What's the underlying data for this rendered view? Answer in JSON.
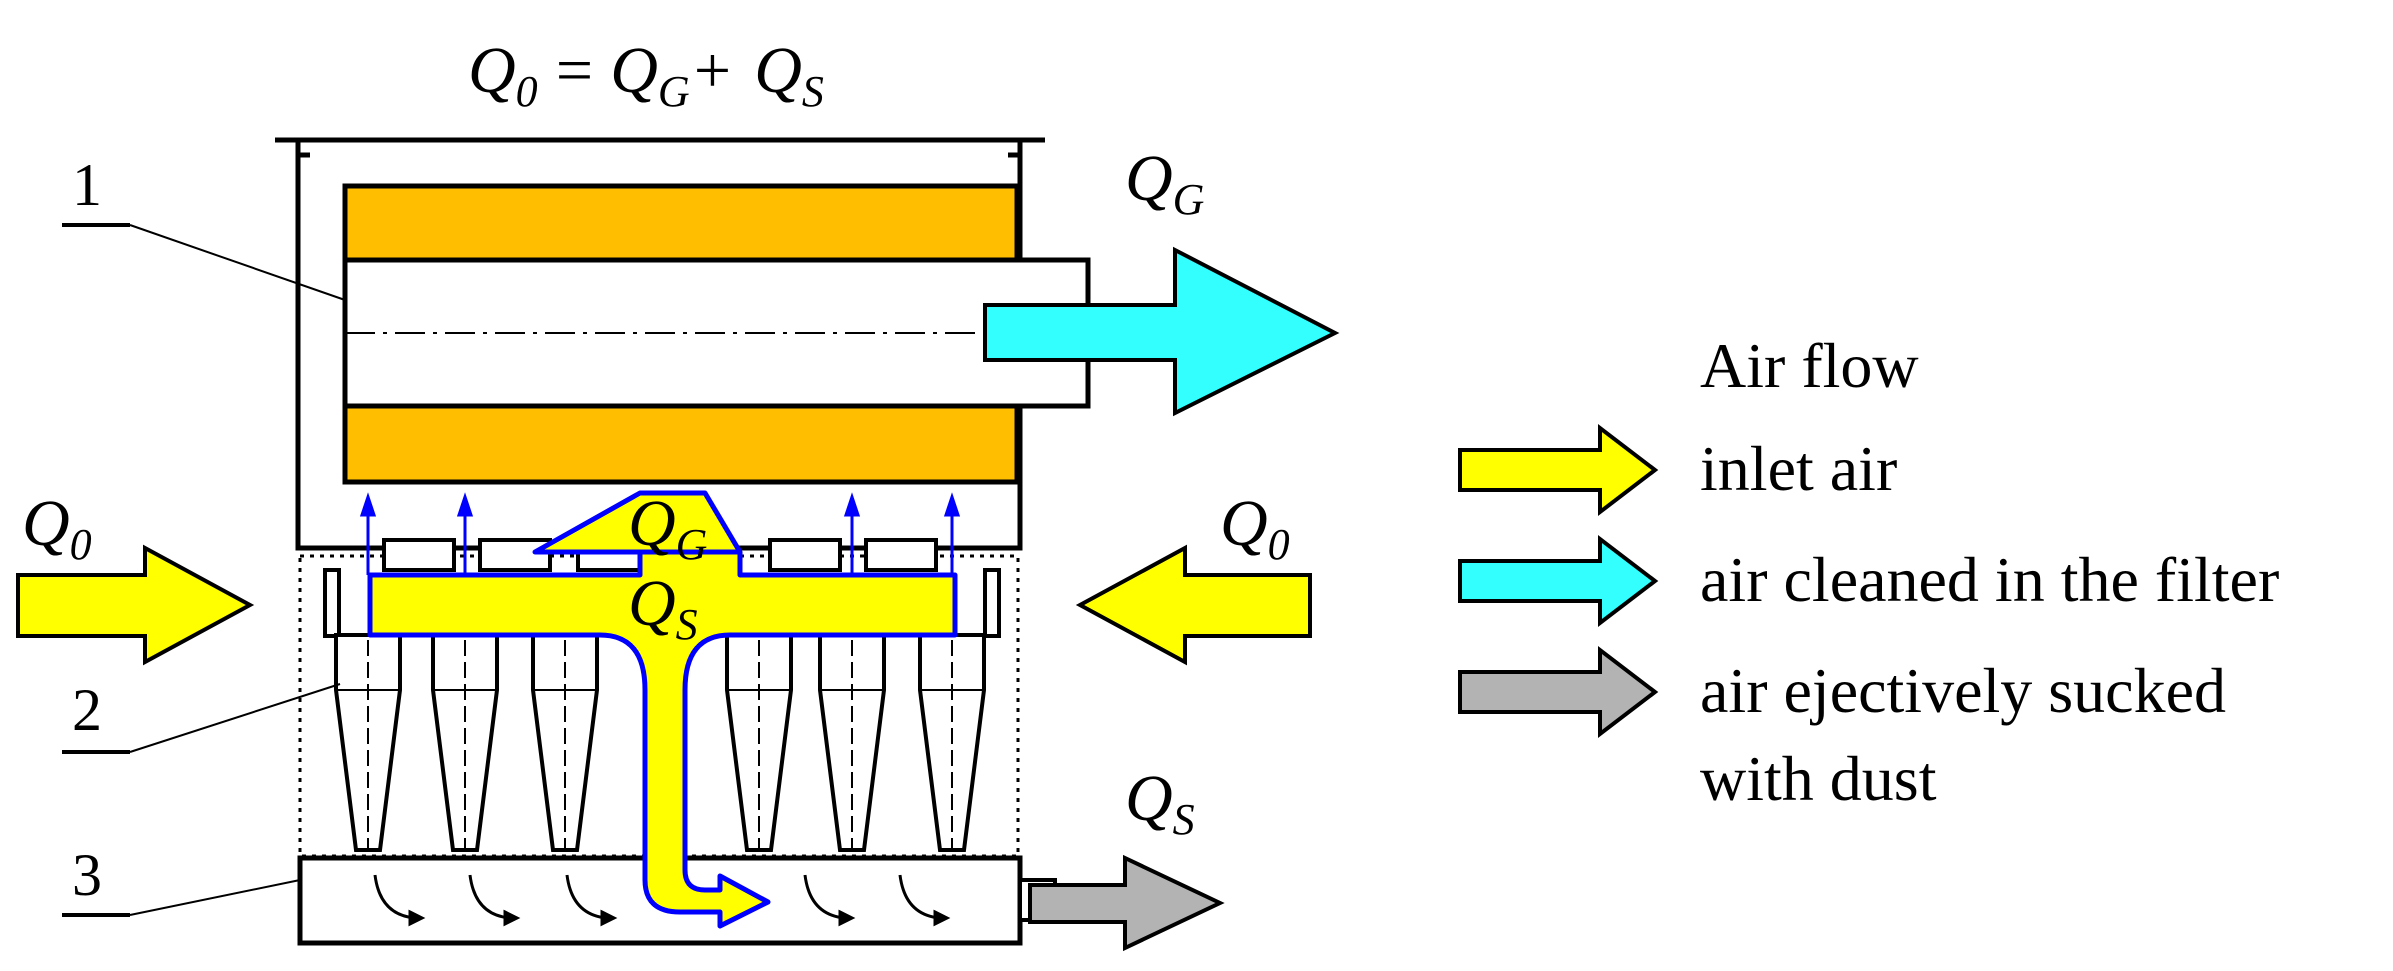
{
  "equation": {
    "lhs": "Q",
    "lhs_sub": "0",
    "eq": "=",
    "t1": "Q",
    "t1_sub": "G",
    "plus": "+",
    "t2": "Q",
    "t2_sub": "S"
  },
  "labels": {
    "qg_out": {
      "main": "Q",
      "sub": "G"
    },
    "qs_out": {
      "main": "Q",
      "sub": "S"
    },
    "q0_left": {
      "main": "Q",
      "sub": "0"
    },
    "q0_right": {
      "main": "Q",
      "sub": "0"
    },
    "qg_inner": {
      "main": "Q",
      "sub": "G"
    },
    "qs_inner": {
      "main": "Q",
      "sub": "S"
    }
  },
  "callouts": [
    "1",
    "2",
    "3"
  ],
  "legend": {
    "title": "Air flow",
    "items": [
      {
        "label": "inlet air",
        "color": "#ffff00"
      },
      {
        "label": "air cleaned in the filter",
        "color": "#33ffff"
      },
      {
        "label": "air ejectively sucked",
        "label2": "with dust",
        "color": "#b3b3b3"
      }
    ]
  },
  "colors": {
    "filter_element": "#ffbf00",
    "inlet_air": "#ffff00",
    "cleaned_air": "#33ffff",
    "dust_air": "#b3b3b3",
    "flow_outline": "#0000ff"
  }
}
